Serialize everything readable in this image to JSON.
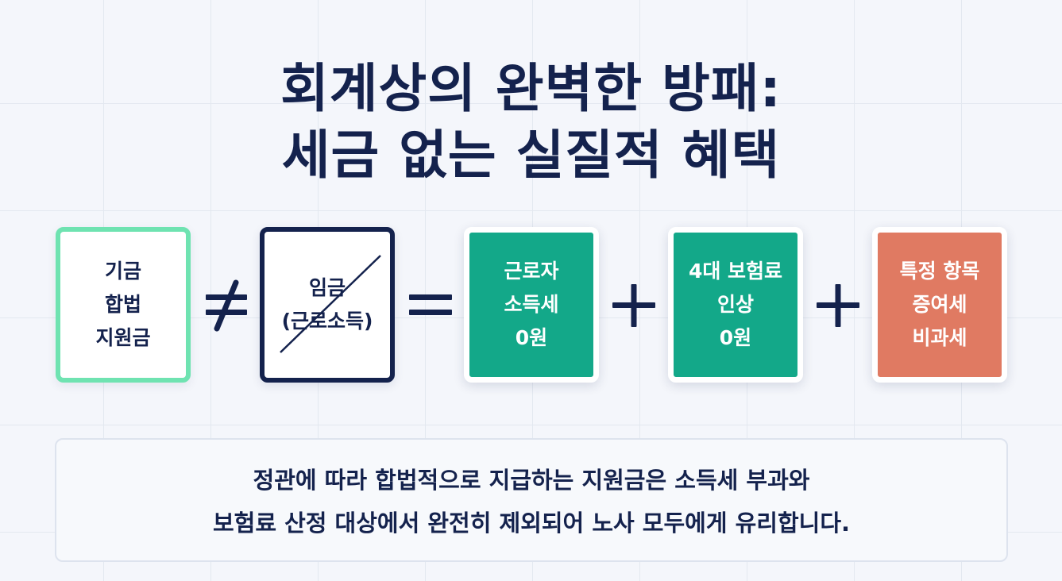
{
  "title": {
    "line1": "회계상의 완벽한 방패:",
    "line2": "세금 없는 실질적 혜택"
  },
  "equation": {
    "fund": {
      "lines": [
        "기금",
        "합법",
        "지원금"
      ],
      "border_color": "#6fe3b1"
    },
    "wage": {
      "lines": [
        "임금",
        "(근로소득)"
      ],
      "struck_through": true,
      "border_color": "#14224d"
    },
    "operators": {
      "not_equal": "≠",
      "equals": "=",
      "plus_1": "+",
      "plus_2": "+"
    },
    "income_tax": {
      "lines": [
        "근로자",
        "소득세",
        "0원"
      ],
      "color": "#13a889"
    },
    "insurance": {
      "lines": [
        "4대 보험료",
        "인상",
        "0원"
      ],
      "color": "#13a889"
    },
    "gift_tax": {
      "lines": [
        "특정 항목",
        "증여세",
        "비과세"
      ],
      "color": "#e07a62"
    }
  },
  "note": {
    "line1": "정관에 따라 합법적으로 지급하는 지원금은 소득세 부과와",
    "line2": "보험료 산정 대상에서 완전히 제외되어 노사 모두에게 유리합니다."
  }
}
